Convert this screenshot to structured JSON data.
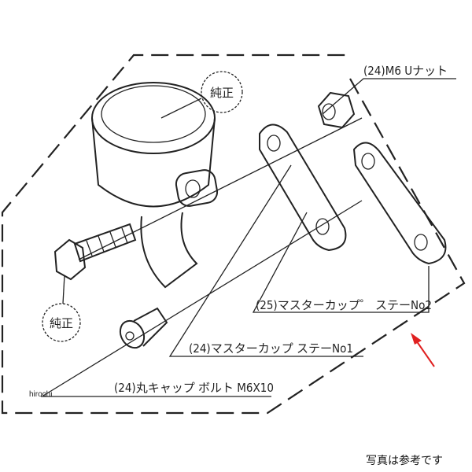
{
  "labels": {
    "nut": "(24)M6 Uナット",
    "stay_no2": "(25)マスターカップ゜ ステーNo2",
    "stay_no1": "(24)マスターカップ ステーNo1",
    "cap_bolt": "(24)丸キャップ ボルト M6X10",
    "genuine_top": "純正",
    "genuine_left": "純正"
  },
  "watermark": "hirochi",
  "note": "写真は参考です",
  "colors": {
    "line": "#222222",
    "arrow": "#e02020"
  }
}
